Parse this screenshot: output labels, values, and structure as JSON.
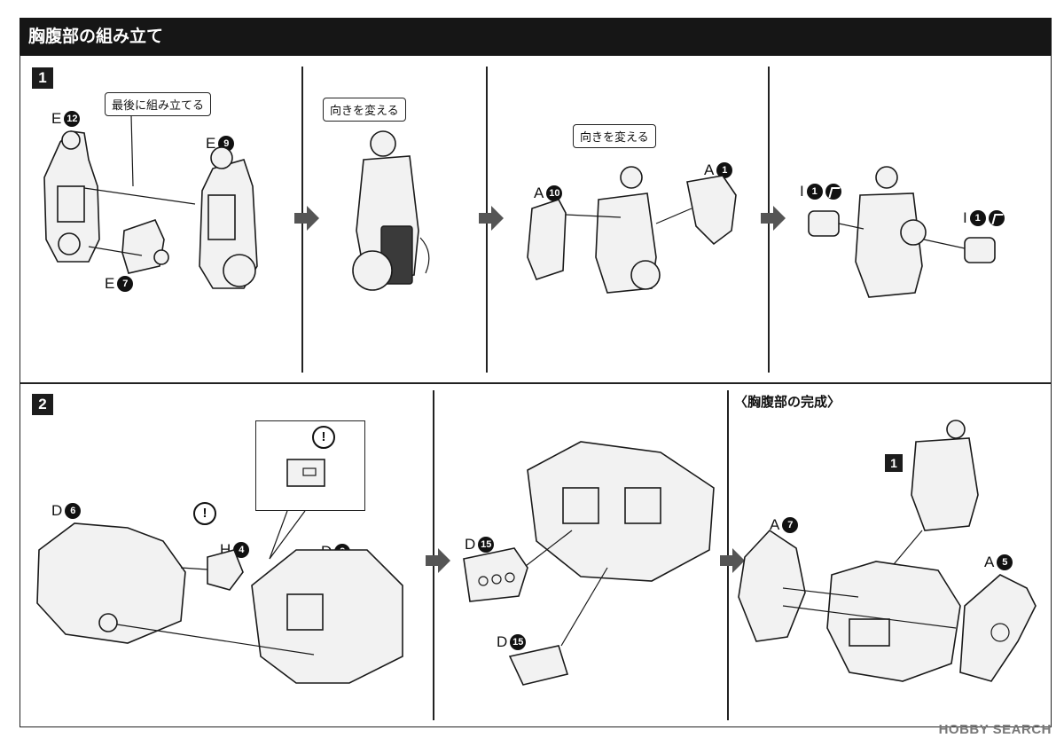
{
  "header": {
    "title": "胸腹部の組み立て"
  },
  "step1": {
    "number": "1",
    "callout_last": "最後に組み立てる",
    "callout_turn1": "向きを変える",
    "callout_turn2": "向きを変える",
    "labels": {
      "e12": {
        "letter": "E",
        "num": "12"
      },
      "e9": {
        "letter": "E",
        "num": "9"
      },
      "e7": {
        "letter": "E",
        "num": "7"
      },
      "a10": {
        "letter": "A",
        "num": "10"
      },
      "a1": {
        "letter": "A",
        "num": "1"
      },
      "i1_left": {
        "letter": "I",
        "num": "1"
      },
      "i1_right": {
        "letter": "I",
        "num": "1"
      }
    }
  },
  "step2": {
    "number": "2",
    "warning_mark": "!",
    "completed_label": "〈胸腹部の完成〉",
    "sub_step_ref": "1",
    "labels": {
      "d6": {
        "letter": "D",
        "num": "6"
      },
      "h4": {
        "letter": "H",
        "num": "4"
      },
      "d9": {
        "letter": "D",
        "num": "9"
      },
      "d15a": {
        "letter": "D",
        "num": "15"
      },
      "d15b": {
        "letter": "D",
        "num": "15"
      },
      "a7": {
        "letter": "A",
        "num": "7"
      },
      "a5": {
        "letter": "A",
        "num": "5"
      }
    }
  },
  "watermark": "HOBBY SEARCH"
}
